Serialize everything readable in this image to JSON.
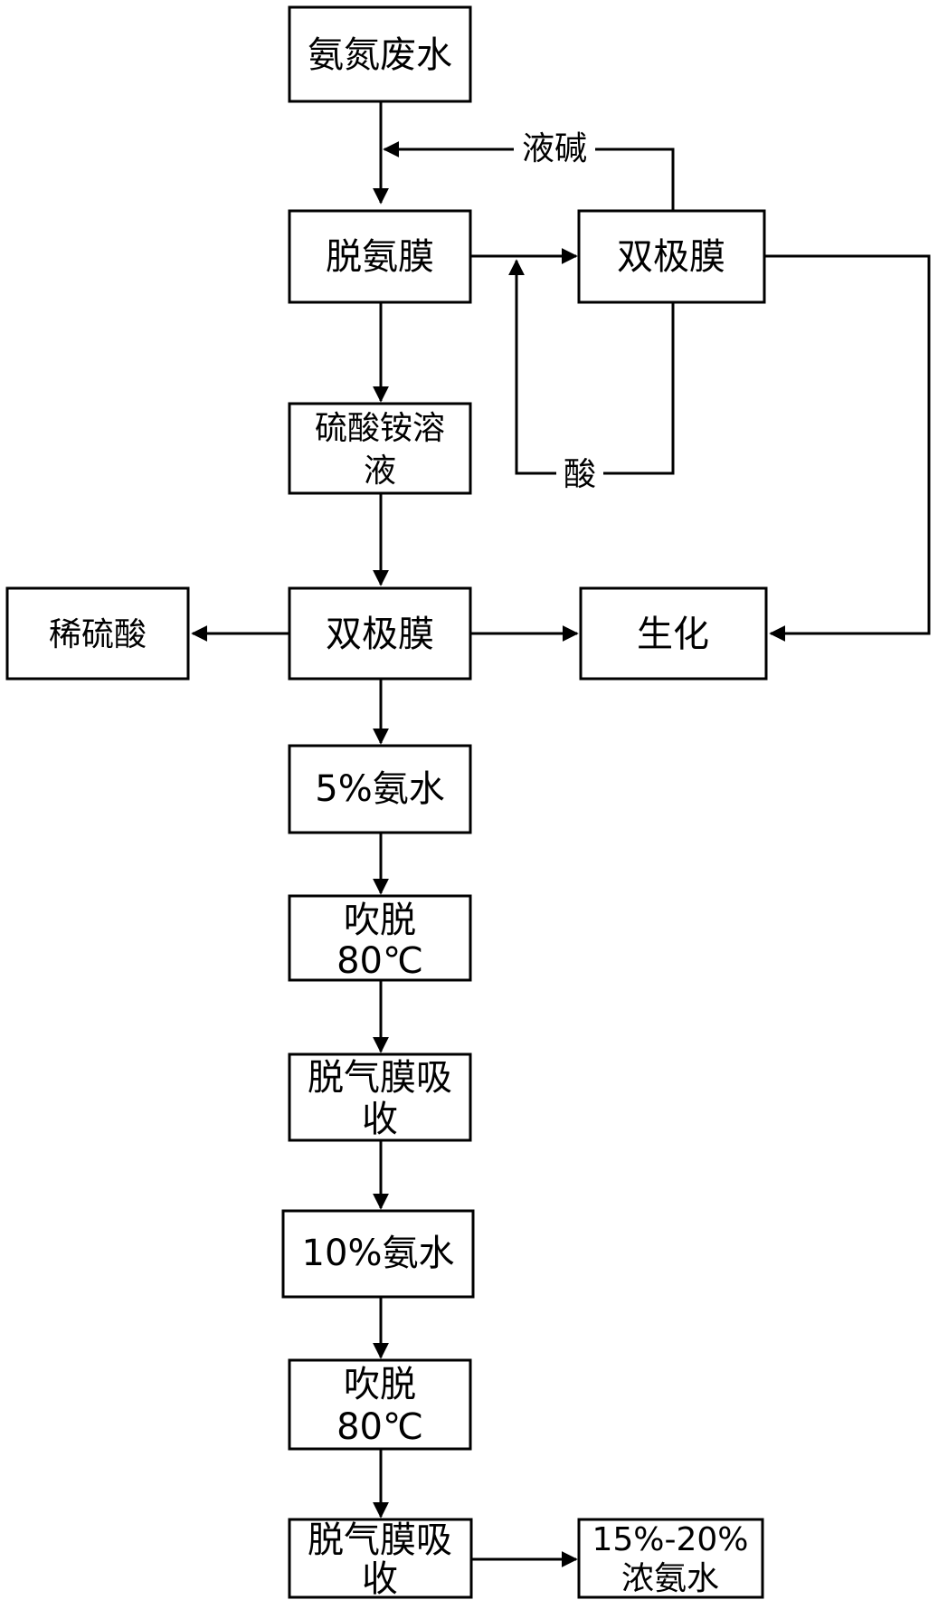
{
  "nodes": {
    "ammonia_wastewater": "氨氮废水",
    "deammonia_membrane": "脱氨膜",
    "bipolar_membrane_top": "双极膜",
    "ammonium_sulfate_line1": "硫酸铵溶",
    "ammonium_sulfate_line2": "液",
    "bipolar_membrane_mid": "双极膜",
    "dilute_sulfuric_acid": "稀硫酸",
    "biochemical": "生化",
    "ammonia_5pct": "5%氨水",
    "stripping1_line1": "吹脱",
    "stripping1_line2": "80℃",
    "degas_absorb1_line1": "脱气膜吸",
    "degas_absorb1_line2": "收",
    "ammonia_10pct": "10%氨水",
    "stripping2_line1": "吹脱",
    "stripping2_line2": "80℃",
    "degas_absorb2_line1": "脱气膜吸",
    "degas_absorb2_line2": "收",
    "concentrated_line1": "15%-20%",
    "concentrated_line2": "浓氨水"
  },
  "edge_labels": {
    "liquid_alkali": "液碱",
    "acid": "酸"
  }
}
